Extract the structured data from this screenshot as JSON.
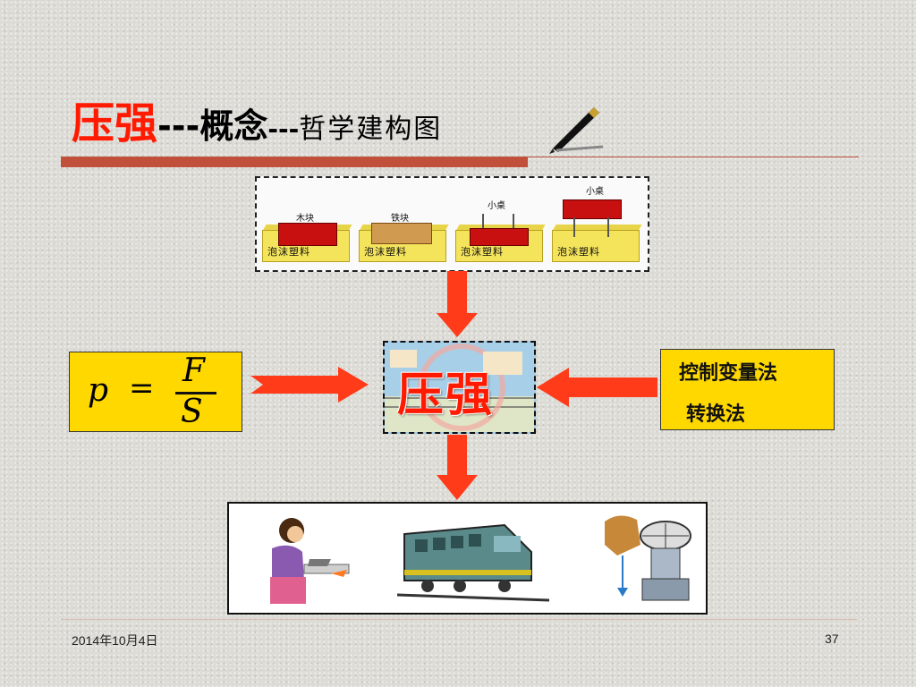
{
  "title": {
    "main": "压强",
    "dashes1": "---",
    "concept": "概念",
    "dashes2": "---",
    "subtitle": "哲学建构图",
    "pen_icon": "fountain-pen-icon"
  },
  "experiment": {
    "items": [
      {
        "block_label": "木块",
        "foam_label": "泡沫塑料"
      },
      {
        "block_label": "铁块",
        "foam_label": "泡沫塑料"
      },
      {
        "block_label": "小桌",
        "foam_label": "泡沫塑料"
      },
      {
        "block_label": "小桌",
        "foam_label": "泡沫塑料"
      }
    ]
  },
  "formula": {
    "lhs": "p",
    "eq": "=",
    "numerator": "F",
    "denominator": "S"
  },
  "center": {
    "word": "压强"
  },
  "methods": {
    "items": [
      "控制变量法",
      "转换法"
    ]
  },
  "applications": {
    "icons": [
      "woman-cutting-vegetables-icon",
      "train-icon",
      "valve-gauge-icon"
    ]
  },
  "colors": {
    "title_red": "#ff1a00",
    "accent_bar": "#c0503a",
    "arrow_red": "#ff3b1a",
    "box_yellow": "#ffd800"
  },
  "footer": {
    "date": "2014年10月4日",
    "page": "37"
  }
}
